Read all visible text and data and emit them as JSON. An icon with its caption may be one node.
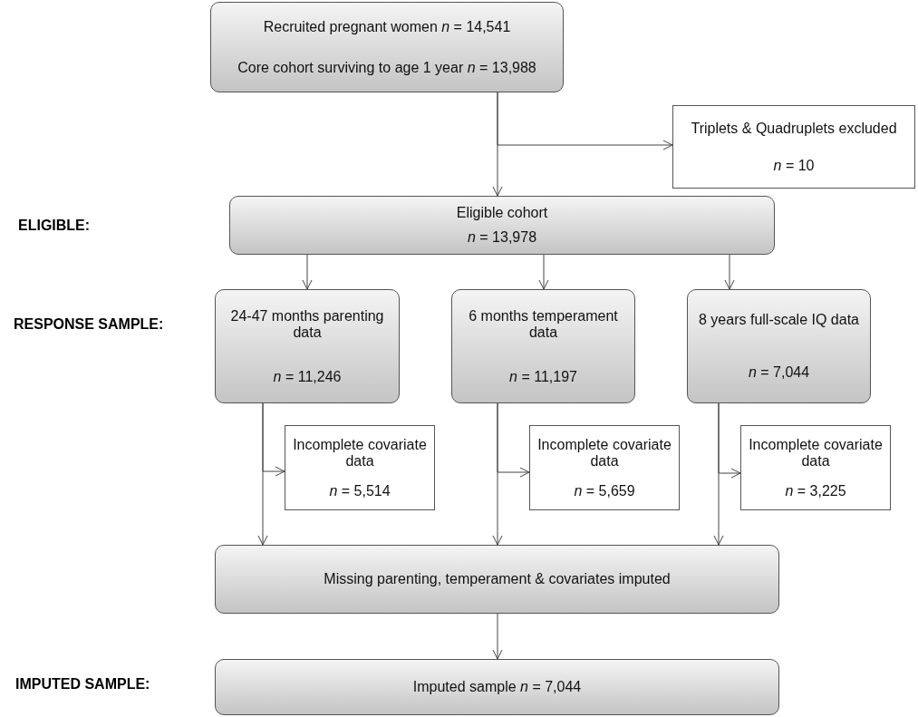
{
  "diagram": {
    "nodes": [
      {
        "text": [
          "Recruited pregnant women *n* = 14,541",
          "Core cohort surviving to age 1 year *n* = 13,988"
        ]
      },
      {
        "text": [
          "Triplets & Quadruplets excluded",
          "*n* = 10"
        ]
      },
      {
        "text": [
          "Eligible cohort",
          "*n* = 13,978"
        ]
      },
      {
        "text": [
          "24-47 months parenting data",
          "*n* = 11,246"
        ]
      },
      {
        "text": [
          "6 months temperament data",
          "*n* = 11,197"
        ]
      },
      {
        "text": [
          "8 years full-scale IQ data",
          "*n* = 7,044"
        ]
      },
      {
        "text": [
          "Incomplete covariate data",
          "*n* = 5,514"
        ]
      },
      {
        "text": [
          "Incomplete covariate data",
          "*n* = 5,659"
        ]
      },
      {
        "text": [
          "Incomplete covariate data",
          "*n* = 3,225"
        ]
      },
      {
        "text": [
          "Missing parenting, temperament & covariates imputed"
        ]
      },
      {
        "text": [
          "Imputed sample *n* = 7,044"
        ]
      }
    ],
    "edges": [
      {
        "from": 0,
        "to": 2,
        "arrow": "to"
      },
      {
        "from": 0,
        "to": 1,
        "arrow": "to"
      },
      {
        "from": 2,
        "to": 3,
        "arrow": "to"
      },
      {
        "from": 2,
        "to": 4,
        "arrow": "to"
      },
      {
        "from": 2,
        "to": 5,
        "arrow": "to"
      },
      {
        "from": 3,
        "to": 9,
        "arrow": "to"
      },
      {
        "from": 3,
        "to": 6,
        "arrow": "to"
      },
      {
        "from": 4,
        "to": 9,
        "arrow": "to"
      },
      {
        "from": 4,
        "to": 7,
        "arrow": "to"
      },
      {
        "from": 5,
        "to": 9,
        "arrow": "to"
      },
      {
        "from": 5,
        "to": 8,
        "arrow": "to"
      },
      {
        "from": 9,
        "to": 10,
        "arrow": "to"
      }
    ],
    "labels": [
      "ELIGIBLE:",
      "RESPONSE SAMPLE:",
      "IMPUTED SAMPLE:"
    ]
  }
}
